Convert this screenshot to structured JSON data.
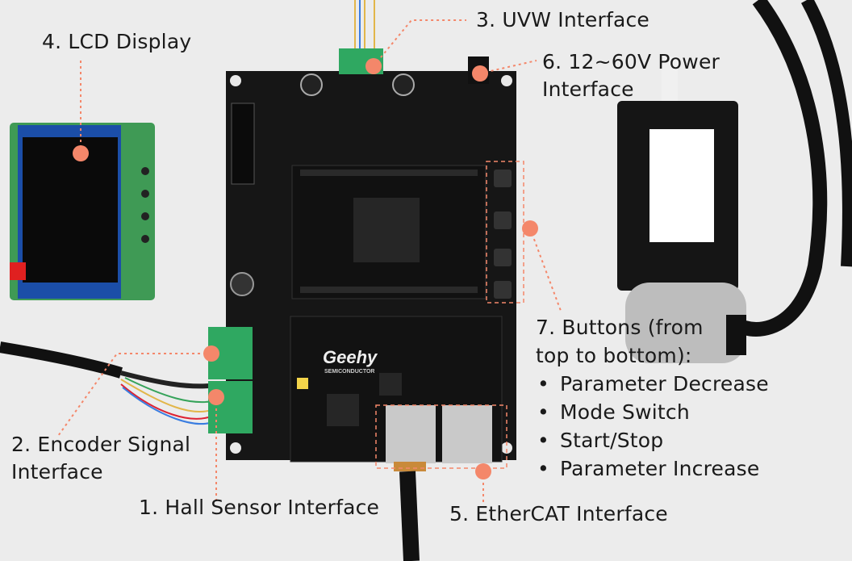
{
  "annotations": {
    "lcd": "4. LCD Display",
    "uvw": "3. UVW Interface",
    "power_line1": "6. 12~60V Power",
    "power_line2": "Interface",
    "buttons_line1": "7. Buttons (from",
    "buttons_line2": "top to bottom):",
    "buttons_items": [
      "Parameter Decrease",
      "Mode Switch",
      "Start/Stop",
      "Parameter Increase"
    ],
    "encoder_line1": "2. Encoder Signal",
    "encoder_line2": "Interface",
    "hall": "1. Hall Sensor Interface",
    "ethercat": "5. EtherCAT Interface"
  },
  "board": {
    "brand": "Geehy",
    "brand_sub": "SEMICONDUCTOR"
  },
  "colors": {
    "background": "#ececec",
    "pcb": "#161616",
    "marker": "#f4876a",
    "terminal": "#2fa861",
    "lcd_pcb": "#3f9a55"
  }
}
